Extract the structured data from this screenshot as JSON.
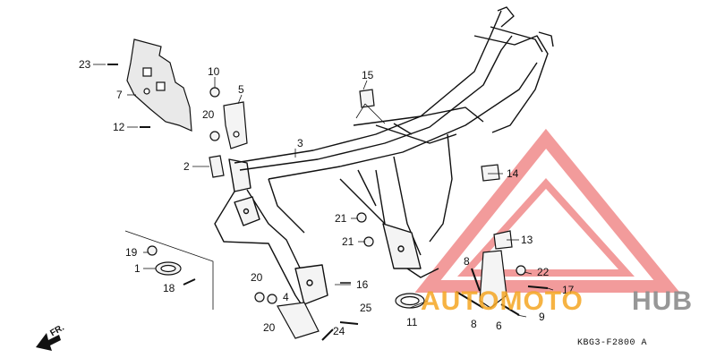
{
  "diagram": {
    "drawing_code": "KBG3-F2800 A",
    "direction_label": "FR.",
    "callouts": [
      "23",
      "7",
      "12",
      "10",
      "5",
      "20",
      "2",
      "3",
      "15",
      "14",
      "21",
      "21",
      "13",
      "19",
      "1",
      "18",
      "20",
      "20",
      "4",
      "16",
      "8",
      "22",
      "17",
      "25",
      "24",
      "11",
      "8",
      "6",
      "9"
    ]
  },
  "watermark": {
    "text_orange": "AUTOMOTO",
    "text_gray": "HUB",
    "color_orange": "#f5a623",
    "color_gray": "#8c8c8c",
    "color_triangle": "#e84a4a"
  }
}
